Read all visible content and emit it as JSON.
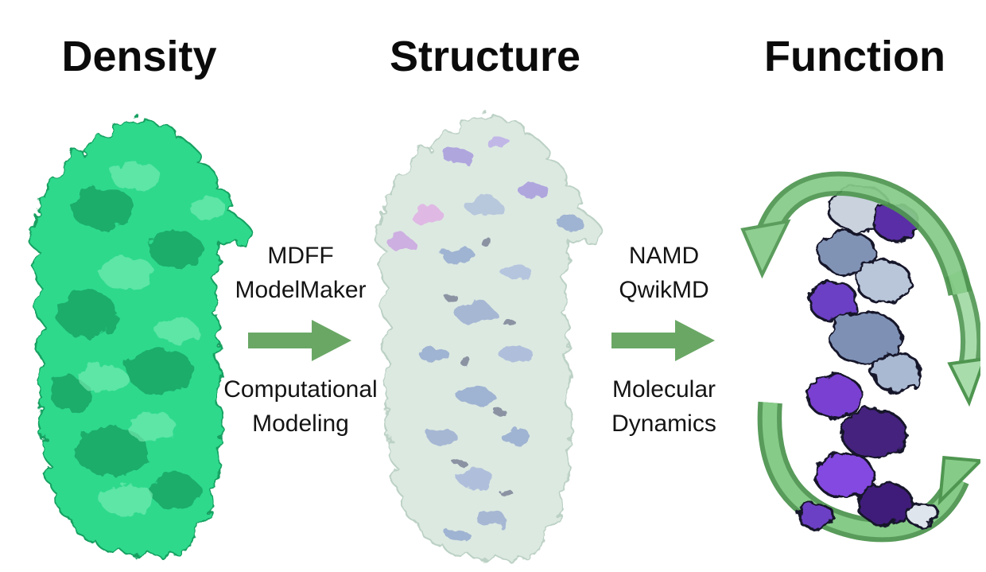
{
  "columns": [
    {
      "label": "Density",
      "graphic": "cryoem-density-map"
    },
    {
      "label": "Structure",
      "graphic": "fitted-atomic-model"
    },
    {
      "label": "Function",
      "graphic": "simulation-cycle"
    }
  ],
  "transitions": [
    {
      "tools": [
        "MDFF",
        "ModelMaker"
      ],
      "process": [
        "Computational",
        "Modeling"
      ]
    },
    {
      "tools": [
        "NAMD",
        "QwikMD"
      ],
      "process": [
        "Molecular",
        "Dynamics"
      ]
    }
  ],
  "colors": {
    "heading_text": "#0b0b0b",
    "label_text": "#141414",
    "flow_arrow_green": "#6aa765",
    "density_green": "#2ed98c",
    "density_green_dark": "#14995c",
    "density_green_light": "#7df0b8",
    "structure_tint": "#dbe8e0",
    "structure_outline": "#b9cfc2",
    "structure_purple": "#a18fdc",
    "structure_pink": "#e0a9e4",
    "structure_slate": "#8aa0cc",
    "cycle_arrow_light": "#86cb88",
    "cycle_arrow_dark": "#4f9651",
    "protein_purple": "#6c3fc4",
    "protein_purple_dark": "#45217e",
    "protein_slate": "#7e91b5",
    "protein_steel_light": "#b9c6d9",
    "protein_gray": "#c9d2dd"
  }
}
